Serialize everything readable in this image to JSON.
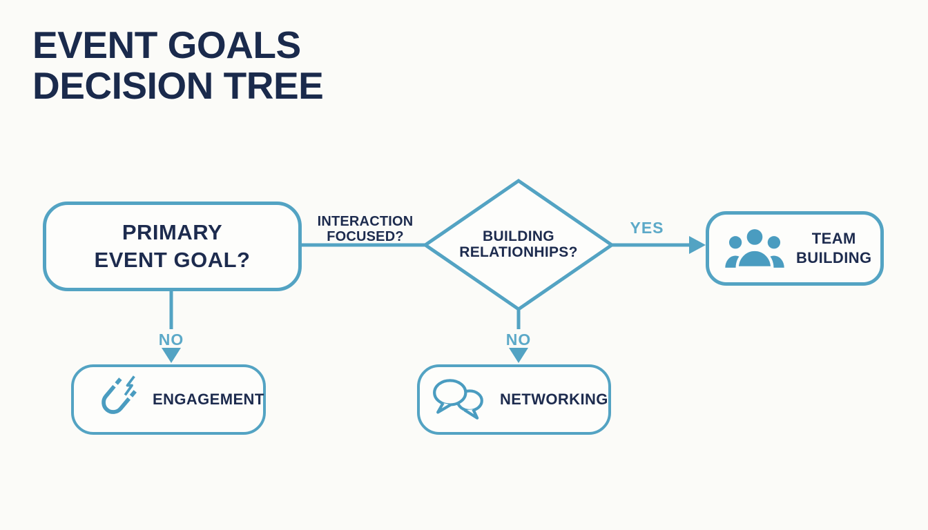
{
  "title": {
    "line1": "EVENT GOALS",
    "line2": "DECISION TREE"
  },
  "nodes": {
    "primary": {
      "line1": "PRIMARY",
      "line2": "EVENT GOAL?"
    },
    "decision": {
      "line1": "BUILDING",
      "line2": "RELATIONHIPS?"
    },
    "team_building": {
      "line1": "TEAM",
      "line2": "BUILDING",
      "icon": "people-group-icon"
    },
    "engagement": {
      "label": "ENGAGEMENT",
      "icon": "magnet-icon"
    },
    "networking": {
      "label": "NETWORKING",
      "icon": "speech-bubbles-icon"
    }
  },
  "edges": {
    "interaction": {
      "line1": "INTERACTION",
      "line2": "FOCUSED?"
    },
    "yes": {
      "label": "YES"
    },
    "no_left": {
      "label": "NO"
    },
    "no_center": {
      "label": "NO"
    }
  },
  "colors": {
    "accent": "#53a3c3",
    "icon_fill": "#4a9cc0",
    "edge_label": "#5ca9c8",
    "navy": "#1d2b4e",
    "background": "#fbfbf8"
  }
}
